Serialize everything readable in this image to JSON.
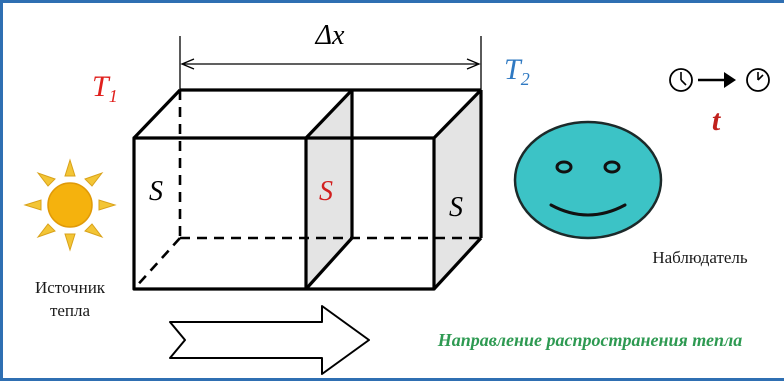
{
  "diagram": {
    "delta_label": "Δx",
    "t1": {
      "letter": "T",
      "sub": "1"
    },
    "t2": {
      "letter": "T",
      "sub": "2"
    },
    "s_left": "S",
    "s_middle": "S",
    "s_right": "S",
    "time_label": "t",
    "source_label_line1": "Источник",
    "source_label_line2": "тепла",
    "observer_label": "Наблюдатель",
    "direction_label": "Направление распространения тепла"
  },
  "colors": {
    "t1": "#e0201d",
    "t2": "#2f79c2",
    "s_middle": "#d21f1f",
    "time": "#c0211d",
    "direction": "#2e9a52",
    "face_fill": "#3cc3c6",
    "sun_fill": "#f5b20d",
    "sun_rays": "#f3c535",
    "frame": "#2f6fb2"
  },
  "icons": [
    "sun-icon",
    "smiley-face-icon",
    "clock-icon",
    "arrow-right-icon",
    "hollow-arrow-icon"
  ]
}
